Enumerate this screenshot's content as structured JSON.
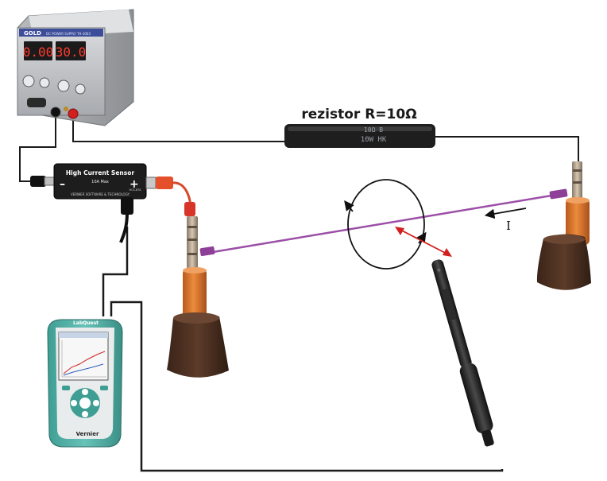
{
  "power_supply": {
    "brand": "GOLD",
    "model": "DC POWER SUPPLY TH-3003",
    "display_current": "0.00",
    "display_voltage": "30.0"
  },
  "resistor": {
    "label": "rezistor R=10Ω",
    "marking_line1": "10Ω B",
    "marking_line2": "10W HK"
  },
  "current_sensor": {
    "title": "High Current Sensor",
    "rating": "10A Max",
    "minus": "–",
    "plus": "+",
    "brand": "VERNIER SOFTWARE & TECHNOLOGY",
    "part": "HCS-BTA"
  },
  "current_label": "I",
  "datalogger": {
    "brand": "LabQuest",
    "footer": "Vernier"
  },
  "colors": {
    "wire": "#1a1a1a",
    "rod_wire": "#9b4fa6",
    "field_arrow": "#d21f1f",
    "clip": "#e4502a",
    "stand_base": "#4a2f22",
    "stand_tube": "#d5762e"
  }
}
